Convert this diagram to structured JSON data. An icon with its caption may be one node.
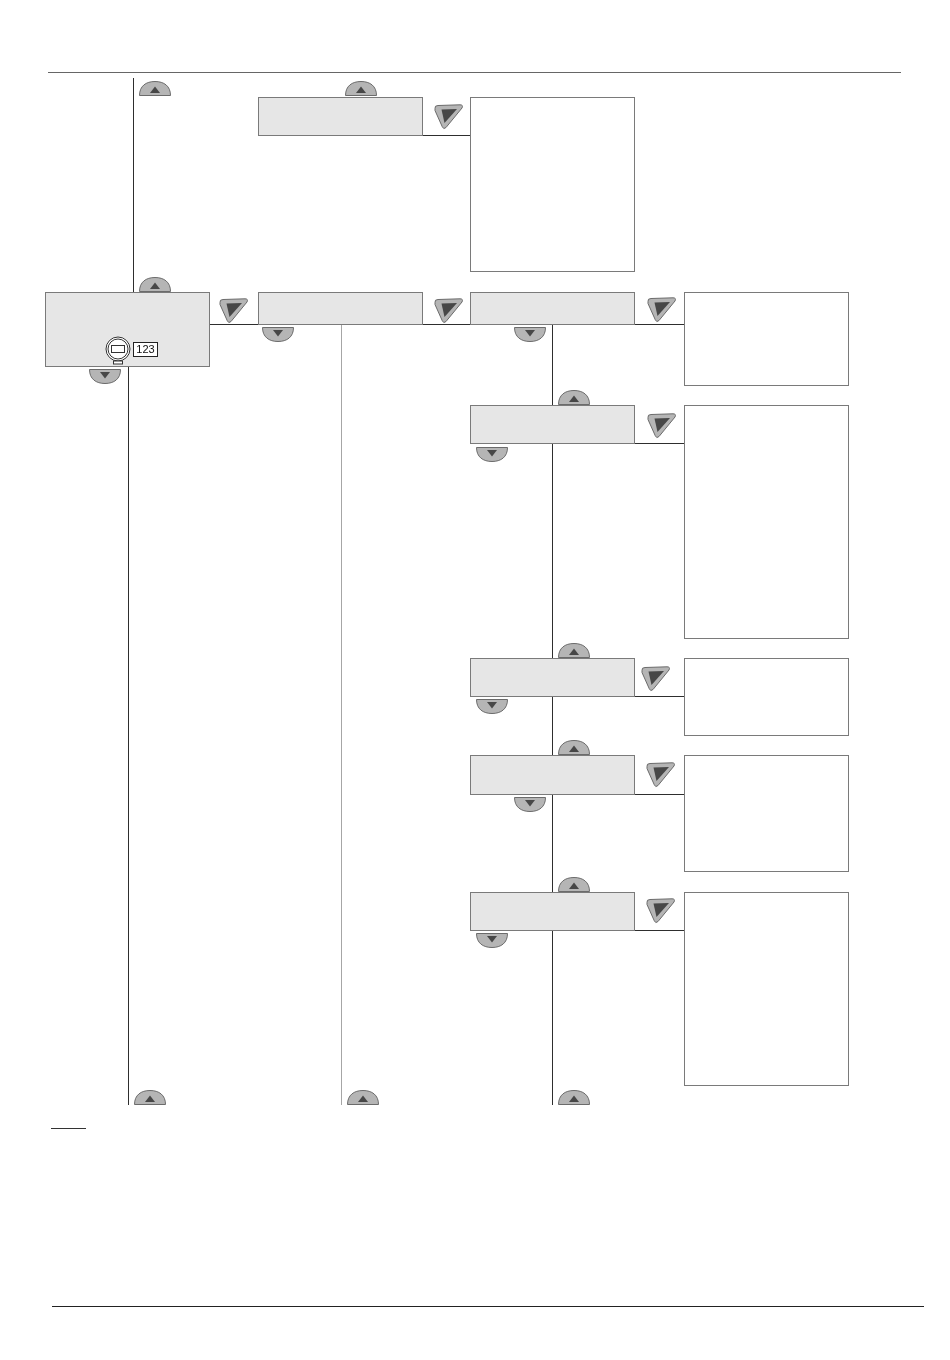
{
  "diagram": {
    "nodes": [
      {
        "text": [],
        "shape": "box"
      },
      {
        "text": [],
        "shape": "box"
      },
      {
        "text": [],
        "shape": "box"
      },
      {
        "text": [
          "123"
        ],
        "in": 2
      },
      {
        "text": [],
        "shape": "box"
      },
      {
        "text": [],
        "shape": "box"
      },
      {
        "text": [],
        "shape": "box"
      },
      {
        "text": [],
        "shape": "box"
      },
      {
        "text": [],
        "shape": "box"
      },
      {
        "text": [],
        "shape": "box"
      },
      {
        "text": [],
        "shape": "box"
      },
      {
        "text": [],
        "shape": "box"
      },
      {
        "text": [],
        "shape": "box"
      },
      {
        "text": [],
        "shape": "box"
      },
      {
        "text": [],
        "shape": "box"
      }
    ],
    "edges": [
      {
        "from": 0,
        "to": 1,
        "arrow": "none"
      },
      {
        "from": 2,
        "to": 4,
        "arrow": "none"
      },
      {
        "from": 4,
        "to": 5,
        "arrow": "none"
      },
      {
        "from": 5,
        "to": 6,
        "arrow": "none"
      },
      {
        "from": 5,
        "to": 7,
        "arrow": "none"
      },
      {
        "from": 7,
        "to": 8,
        "arrow": "none"
      },
      {
        "from": 7,
        "to": 9,
        "arrow": "none"
      },
      {
        "from": 9,
        "to": 10,
        "arrow": "none"
      },
      {
        "from": 9,
        "to": 11,
        "arrow": "none"
      },
      {
        "from": 11,
        "to": 12,
        "arrow": "none"
      },
      {
        "from": 11,
        "to": 13,
        "arrow": "none"
      },
      {
        "from": 13,
        "to": 14,
        "arrow": "none"
      },
      {
        "from": 2,
        "to": null,
        "arrow": "none"
      },
      {
        "from": 2,
        "to": null,
        "arrow": "none"
      },
      {
        "from": 4,
        "to": null,
        "arrow": "none",
        "color": "#a6a6a6"
      },
      {
        "from": 13,
        "to": null,
        "arrow": "none"
      }
    ]
  }
}
